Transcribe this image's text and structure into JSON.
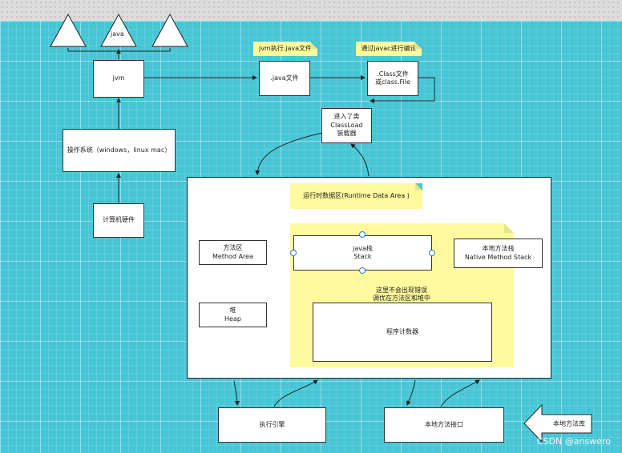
{
  "top_labels": {
    "java_tri": "java"
  },
  "boxes": {
    "jvm": "jvm",
    "os": "操作系统（windows，linux mac）",
    "hardware": "计算机硬件",
    "java_file": ".java文件",
    "class_file": ".Class文件\n或class.File",
    "classloader": "进入了类\nClassLoad\n装载器",
    "method_area": "方法区\nMethod Area",
    "heap": "堆\nHeap",
    "java_stack": "java栈\nStack",
    "native_stack": "本地方法栈\nNative  Method Stack",
    "pc_register": "程序计数器",
    "exec_engine": "执行引擎",
    "native_interface": "本地方法接口"
  },
  "notes": {
    "jvm_exec": "jvm执行.java文件",
    "javac": "通过javac进行编译",
    "runtime_area": "运行时数据区(Runtime   Data  Area )",
    "no_gc": "这里不会出现错误\n调优在方法区和堆中"
  },
  "native_lib_arrow": "本地方法库",
  "watermark": "CSDN @answero",
  "colors": {
    "background": "#47c6d6",
    "note": "#fffa9e",
    "handle": "#2b7fd0"
  }
}
